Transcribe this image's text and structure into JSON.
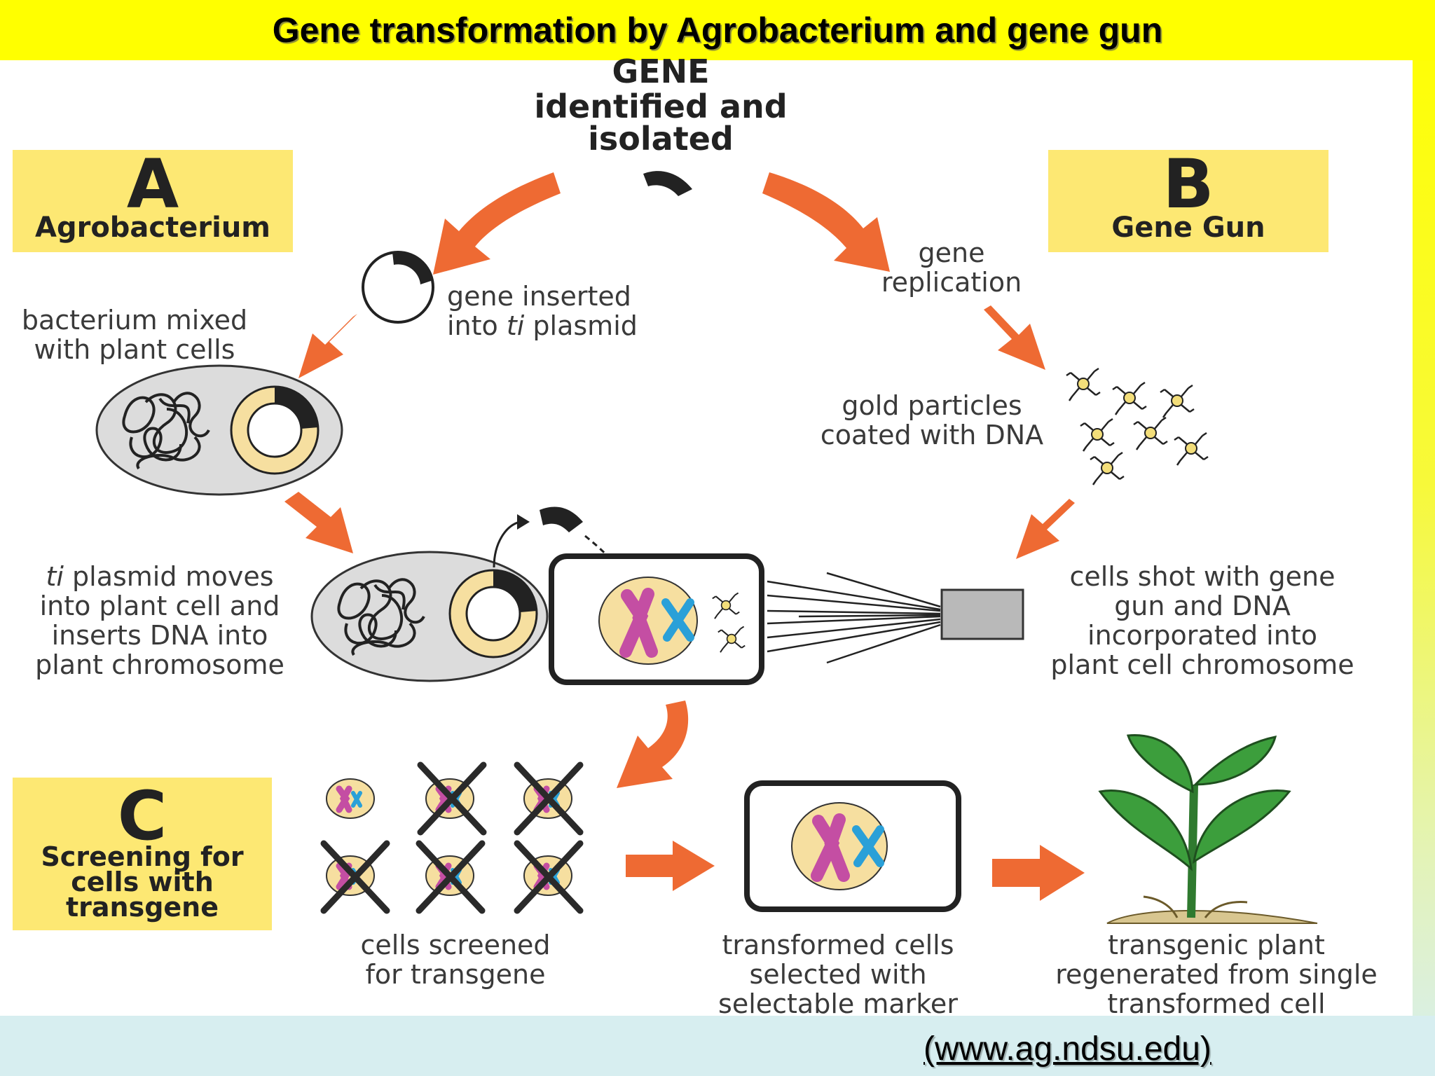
{
  "title": "Gene transformation by Agrobacterium and gene gun",
  "gene": {
    "line1": "GENE",
    "line2": "identified and",
    "line3": "isolated"
  },
  "section_a": {
    "letter": "A",
    "name": "Agrobacterium"
  },
  "section_b": {
    "letter": "B",
    "name": "Gene Gun"
  },
  "section_c": {
    "letter": "C",
    "name_line1": "Screening for",
    "name_line2": "cells with",
    "name_line3": "transgene"
  },
  "steps": {
    "gene_inserted": {
      "line1": "gene inserted",
      "line2a": "into ",
      "line2b": "ti",
      "line2c": " plasmid"
    },
    "bacterium_mixed": {
      "line1": "bacterium mixed",
      "line2": "with plant cells"
    },
    "ti_moves": {
      "line1a": "ti",
      "line1b": " plasmid moves",
      "line2": "into plant cell and",
      "line3": "inserts DNA into",
      "line4": "plant chromosome"
    },
    "gene_replication": {
      "line1": "gene",
      "line2": "replication"
    },
    "gold_particles": {
      "line1": "gold particles",
      "line2": "coated with DNA"
    },
    "cells_shot": {
      "line1": "cells shot with gene",
      "line2": "gun and DNA",
      "line3": "incorporated into",
      "line4": "plant cell chromosome"
    },
    "cells_screened": {
      "line1": "cells screened",
      "line2": "for transgene"
    },
    "transformed": {
      "line1": "transformed cells",
      "line2": "selected with",
      "line3": "selectable marker"
    },
    "transgenic": {
      "line1": "transgenic plant",
      "line2": "regenerated from single",
      "line3": "transformed cell"
    }
  },
  "source": "(www.ag.ndsu.edu)",
  "colors": {
    "arrow": "#ee6a33",
    "label_box": "#fde873",
    "chromosome_pink": "#c44ea3",
    "chromosome_blue": "#2aa0d8",
    "cell_yellow": "#f6dfa0",
    "leaf_green": "#3c9e3c"
  }
}
